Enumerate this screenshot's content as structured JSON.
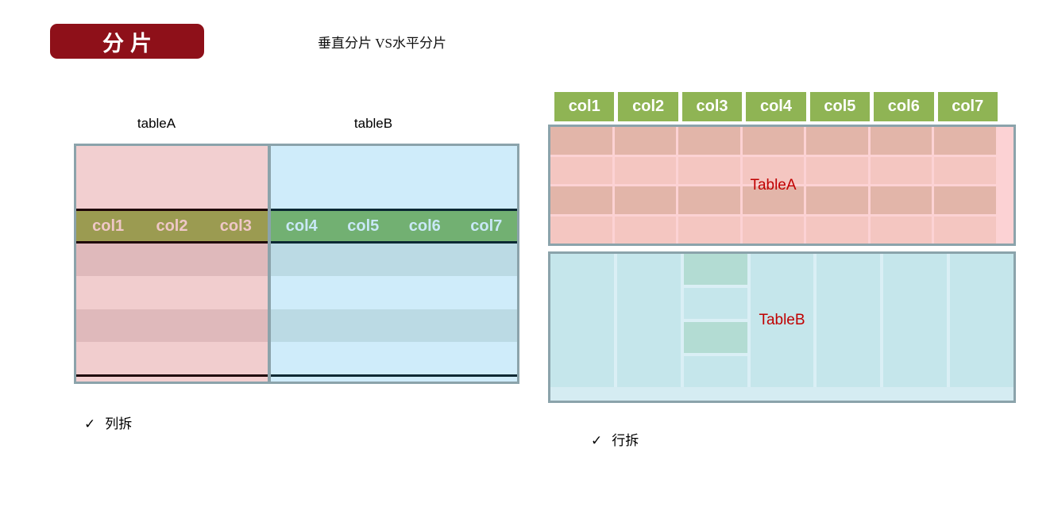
{
  "page": {
    "badge_label": "分片",
    "subtitle": "垂直分片 VS水平分片"
  },
  "colors": {
    "badge_red": "#8e1019",
    "border_gray_blue": "#8ba3ab",
    "olive_header": "#9b9b51",
    "green_header_band": "#72b072",
    "right_header_green": "#8fb454",
    "pink_fill": "#f2cfd0",
    "pink_stripe_dark": "#dfb9bb",
    "blue_fill": "#cfecfa",
    "blue_stripe_dark": "#bbdae4",
    "table_a_cell_dark": "#e2b5a9",
    "table_a_cell_light": "#f4c6c1",
    "table_b_fill": "#c5e6eb",
    "table_b_highlight_teal": "#b3dcd3",
    "table_label_red": "#c00000"
  },
  "left_diagram": {
    "table_a_label": "tableA",
    "table_b_label": "tableB",
    "table_a_columns": [
      "col1",
      "col2",
      "col3"
    ],
    "table_b_columns": [
      "col4",
      "col5",
      "col6",
      "col7"
    ],
    "checkmark": "✓",
    "caption": "列拆"
  },
  "right_diagram": {
    "columns": [
      "col1",
      "col2",
      "col3",
      "col4",
      "col5",
      "col6",
      "col7"
    ],
    "table_a_label": "TableA",
    "table_b_label": "TableB",
    "checkmark": "✓",
    "caption": "行拆"
  }
}
